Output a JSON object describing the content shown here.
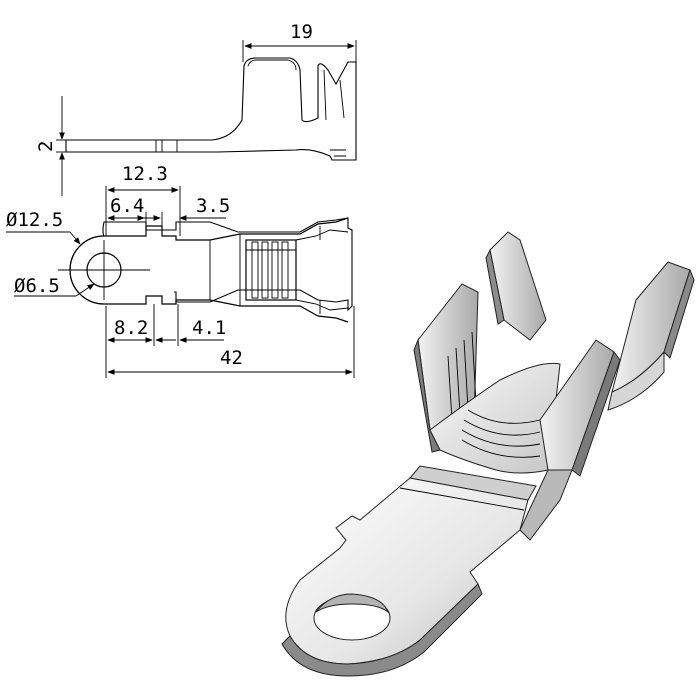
{
  "dimensions": {
    "top_length": "19",
    "thickness": "2",
    "offset_total": "12.3",
    "offset_a": "6.4",
    "slot_width": "3.5",
    "ring_outer_dia": "Ø12.5",
    "hole_dia": "Ø6.5",
    "lower_offset": "8.2",
    "lower_gap": "4.1",
    "overall_length": "42"
  },
  "colors": {
    "line": "#000000",
    "surface_light": "#f4f4f4",
    "surface_mid": "#d4d4d4",
    "surface_dark": "#9a9a9a"
  }
}
